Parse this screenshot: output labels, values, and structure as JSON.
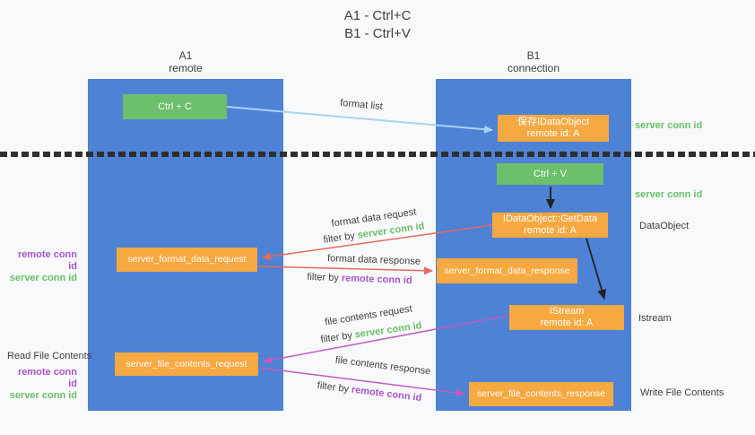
{
  "title": {
    "line1": "A1 - Ctrl+C",
    "line2": "B1 - Ctrl+V"
  },
  "columns": {
    "left": {
      "id": "A1",
      "name": "remote"
    },
    "right": {
      "id": "B1",
      "name": "connection"
    }
  },
  "nodes": {
    "ctrl_c": "Ctrl + C",
    "save_dataobject": {
      "line1": "保存IDataObject",
      "line2": "remote id: A"
    },
    "ctrl_v": "Ctrl + V",
    "getdata": {
      "line1": "IDataObject::GetData",
      "line2": "remote id: A"
    },
    "format_request": "server_format_data_request",
    "format_response": "server_format_data_response",
    "istream": {
      "line1": "IStream",
      "line2": "remote id: A"
    },
    "file_request": "server_file_contents_request",
    "file_response": "server_file_contents_response"
  },
  "arrow_labels": {
    "format_list": "format list",
    "format_data_request": "format data request",
    "filter_server_1": {
      "prefix": "filter by",
      "keyword": "server conn id"
    },
    "format_data_response": "format data response",
    "filter_remote_1": {
      "prefix": "filter by",
      "keyword": "remote conn id"
    },
    "file_contents_request": "file contents request",
    "filter_server_2": {
      "prefix": "filter by",
      "keyword": "server conn id"
    },
    "file_contents_response": "file contents response",
    "filter_remote_2": {
      "prefix": "filter by",
      "keyword": "remote conn id"
    }
  },
  "annotations": {
    "server_conn_id_top": "server conn id",
    "server_conn_id_mid": "server conn id",
    "dataobject": "DataObject",
    "istream": "Istream",
    "write_file_contents": "Write File Contents",
    "read_file_contents": "Read File Contents",
    "left_mid": {
      "remote": "remote conn id",
      "server": "server conn id"
    },
    "left_bottom": {
      "remote": "remote conn id",
      "server": "server conn id"
    }
  },
  "colors": {
    "bg": "#f8f9fa",
    "blue": "#4e82d5",
    "green": "#6cbf6b",
    "orange": "#f6a841",
    "red": "#e8695f",
    "magenta": "#c05cc0",
    "lightblue": "#a6d3f2",
    "black_arrow": "#212121",
    "ink": "#3d4043",
    "green_text": "#68c068",
    "purple_text": "#a754c8",
    "dash": "#2f2f2f"
  }
}
